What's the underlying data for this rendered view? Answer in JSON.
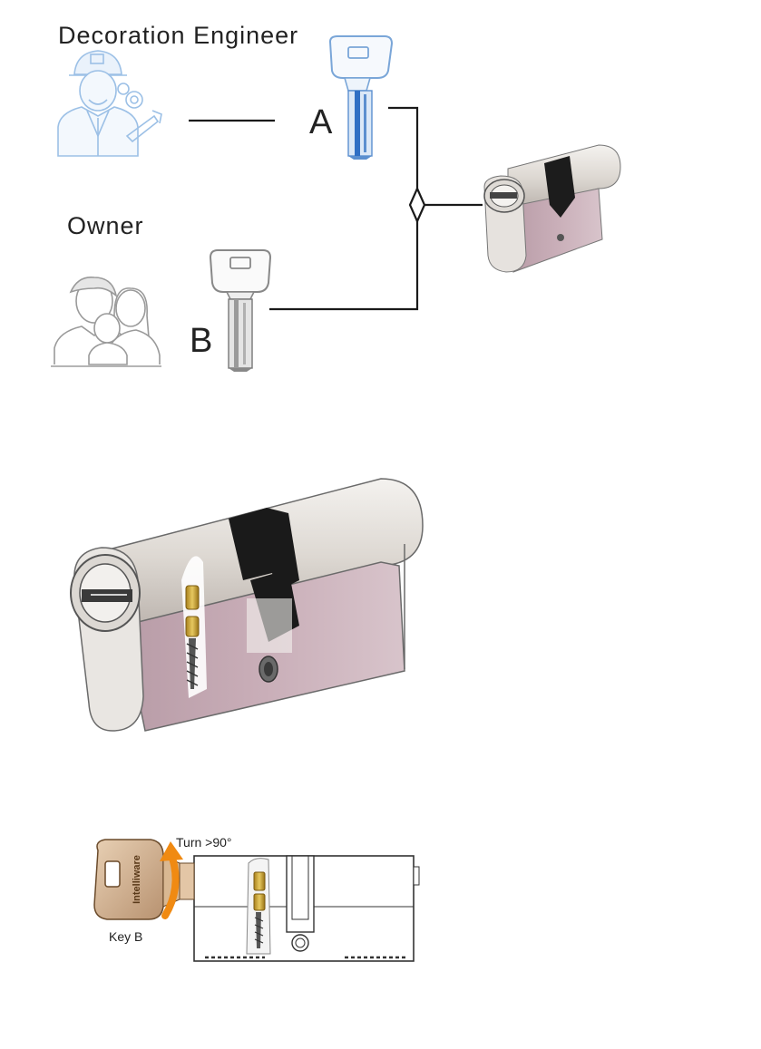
{
  "roles": {
    "engineer": "Decoration Engineer",
    "owner": "Owner"
  },
  "keys": {
    "a": "A",
    "b": "B"
  },
  "bottom": {
    "turn_label": "Turn >90°",
    "key_label": "Key B",
    "key_brand": "Intelliware"
  },
  "colors": {
    "engineer_blue": "#8ab4e0",
    "key_a_blue": "#2f6fc4",
    "cylinder_body": "#c9aeb8",
    "arrow_orange": "#f08a12"
  },
  "icons": {
    "engineer": "engineer-icon",
    "owner": "family-icon",
    "cylinder": "euro-cylinder-icon"
  }
}
